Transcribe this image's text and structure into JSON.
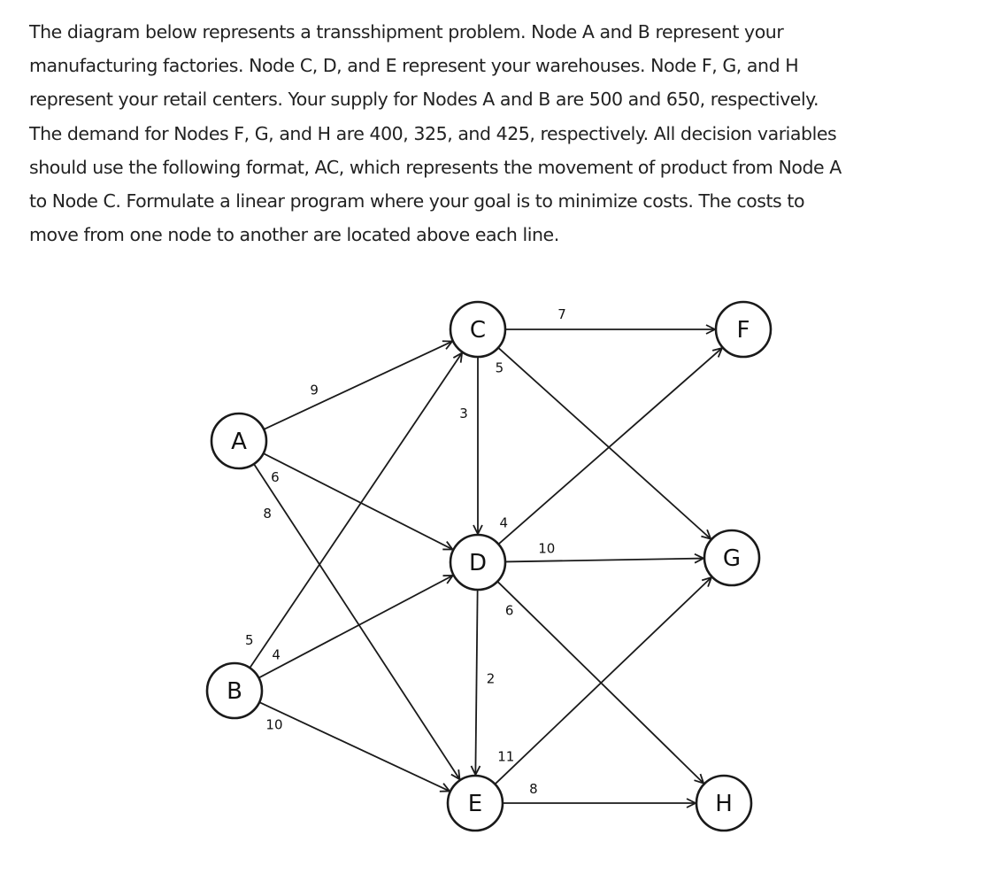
{
  "problem": {
    "lines": [
      "The diagram below represents a transshipment problem. Node A and B represent your",
      "manufacturing factories. Node C, D, and E represent your warehouses. Node F, G, and H",
      "represent your retail centers. Your supply for Nodes A and B are 500 and 650, respectively.",
      "The demand for Nodes F, G, and H are 400, 325, and 425, respectively. All decision variables",
      "should use the following format, AC, which represents the movement of product from Node A",
      "to Node C. Formulate a linear program where your goal is to minimize costs. The costs to",
      "move from one node to another are located above each line."
    ]
  },
  "diagram": {
    "nodes": [
      {
        "id": "A",
        "label": "A"
      },
      {
        "id": "B",
        "label": "B"
      },
      {
        "id": "C",
        "label": "C"
      },
      {
        "id": "D",
        "label": "D"
      },
      {
        "id": "E",
        "label": "E"
      },
      {
        "id": "F",
        "label": "F"
      },
      {
        "id": "G",
        "label": "G"
      },
      {
        "id": "H",
        "label": "H"
      }
    ],
    "edges": [
      {
        "from": "A",
        "to": "C",
        "cost": "9"
      },
      {
        "from": "A",
        "to": "D",
        "cost": "6"
      },
      {
        "from": "A",
        "to": "E",
        "cost": "8"
      },
      {
        "from": "B",
        "to": "C",
        "cost": "5"
      },
      {
        "from": "B",
        "to": "D",
        "cost": "4"
      },
      {
        "from": "B",
        "to": "E",
        "cost": "10"
      },
      {
        "from": "C",
        "to": "D",
        "cost": "3"
      },
      {
        "from": "C",
        "to": "F",
        "cost": "7"
      },
      {
        "from": "C",
        "to": "G",
        "cost": "5"
      },
      {
        "from": "D",
        "to": "E",
        "cost": "2"
      },
      {
        "from": "D",
        "to": "F",
        "cost": "4"
      },
      {
        "from": "D",
        "to": "G",
        "cost": "10"
      },
      {
        "from": "D",
        "to": "H",
        "cost": "6"
      },
      {
        "from": "E",
        "to": "G",
        "cost": "11"
      },
      {
        "from": "E",
        "to": "H",
        "cost": "8"
      }
    ]
  }
}
